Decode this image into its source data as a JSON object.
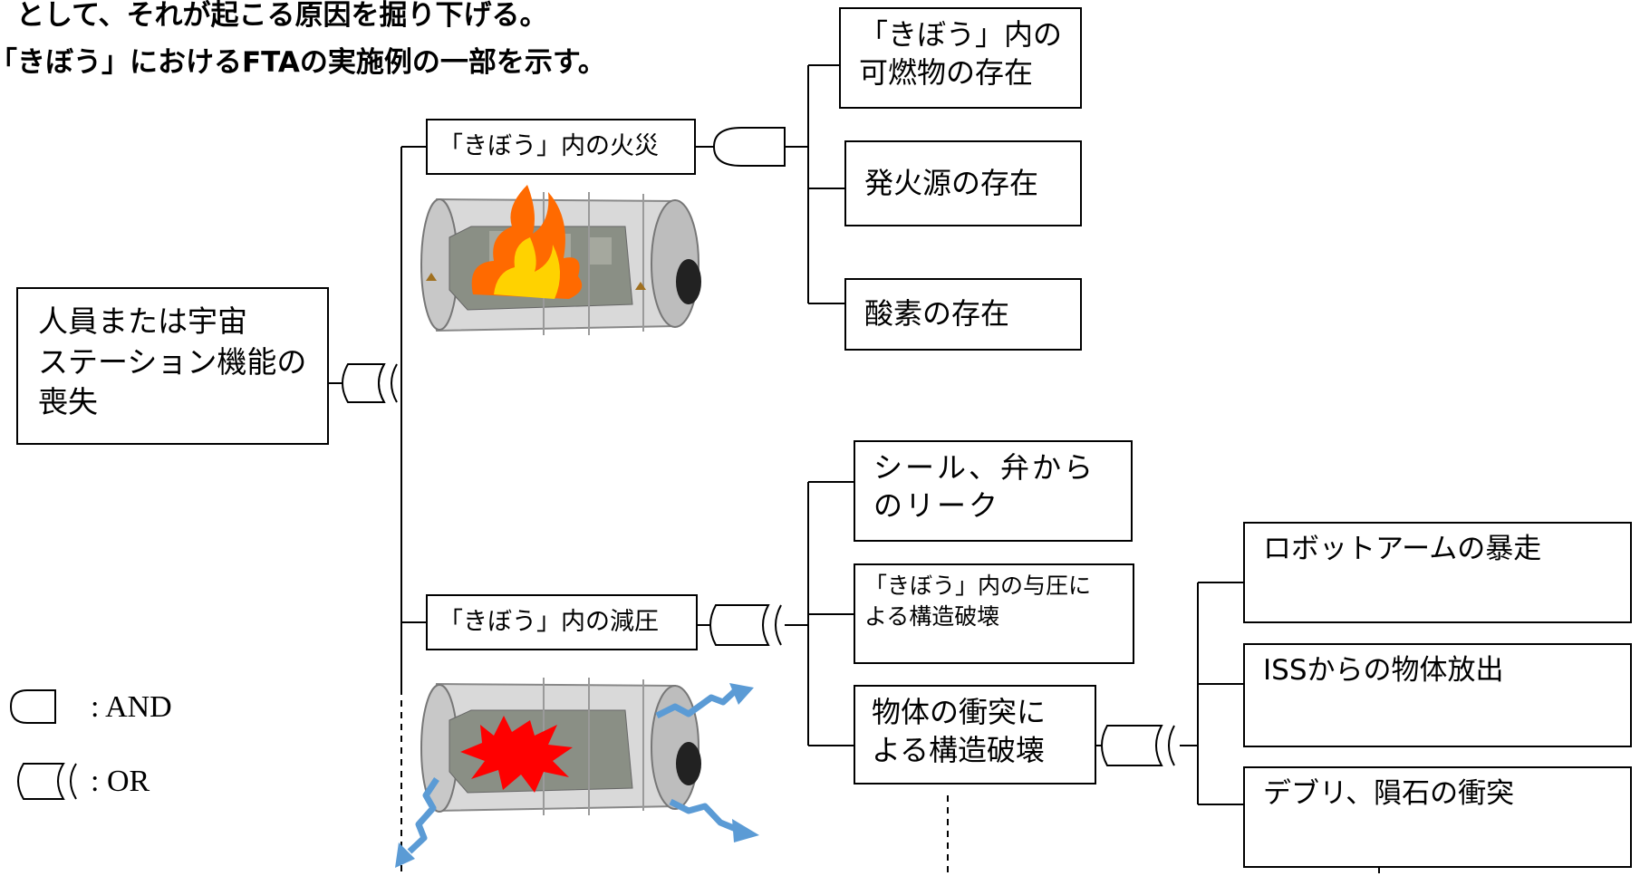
{
  "intro": {
    "line1": "として、それが起こる原因を掘り下げる。",
    "line2": "「きぼう」におけるFTAの実施例の一部を示す。"
  },
  "tree": {
    "root": "人員または宇宙\nステーション機能の\n喪失",
    "fire": {
      "label": "「きぼう」内の火災",
      "causes": [
        "「きぼう」内の\n可燃物の存在",
        "発火源の存在",
        "酸素の存在"
      ]
    },
    "decompression": {
      "label": "「きぼう」内の減圧",
      "causes": [
        "シール、弁から\nのリーク",
        "「きぼう」内の与圧に\nよる構造破壊",
        "物体の衝突に\nよる構造破壊"
      ]
    },
    "collision": {
      "causes": [
        "ロボットアームの暴走",
        "ISSからの物体放出",
        "デブリ、隕石の衝突"
      ]
    }
  },
  "legend": {
    "and_label": ": AND",
    "or_label": ": OR"
  }
}
